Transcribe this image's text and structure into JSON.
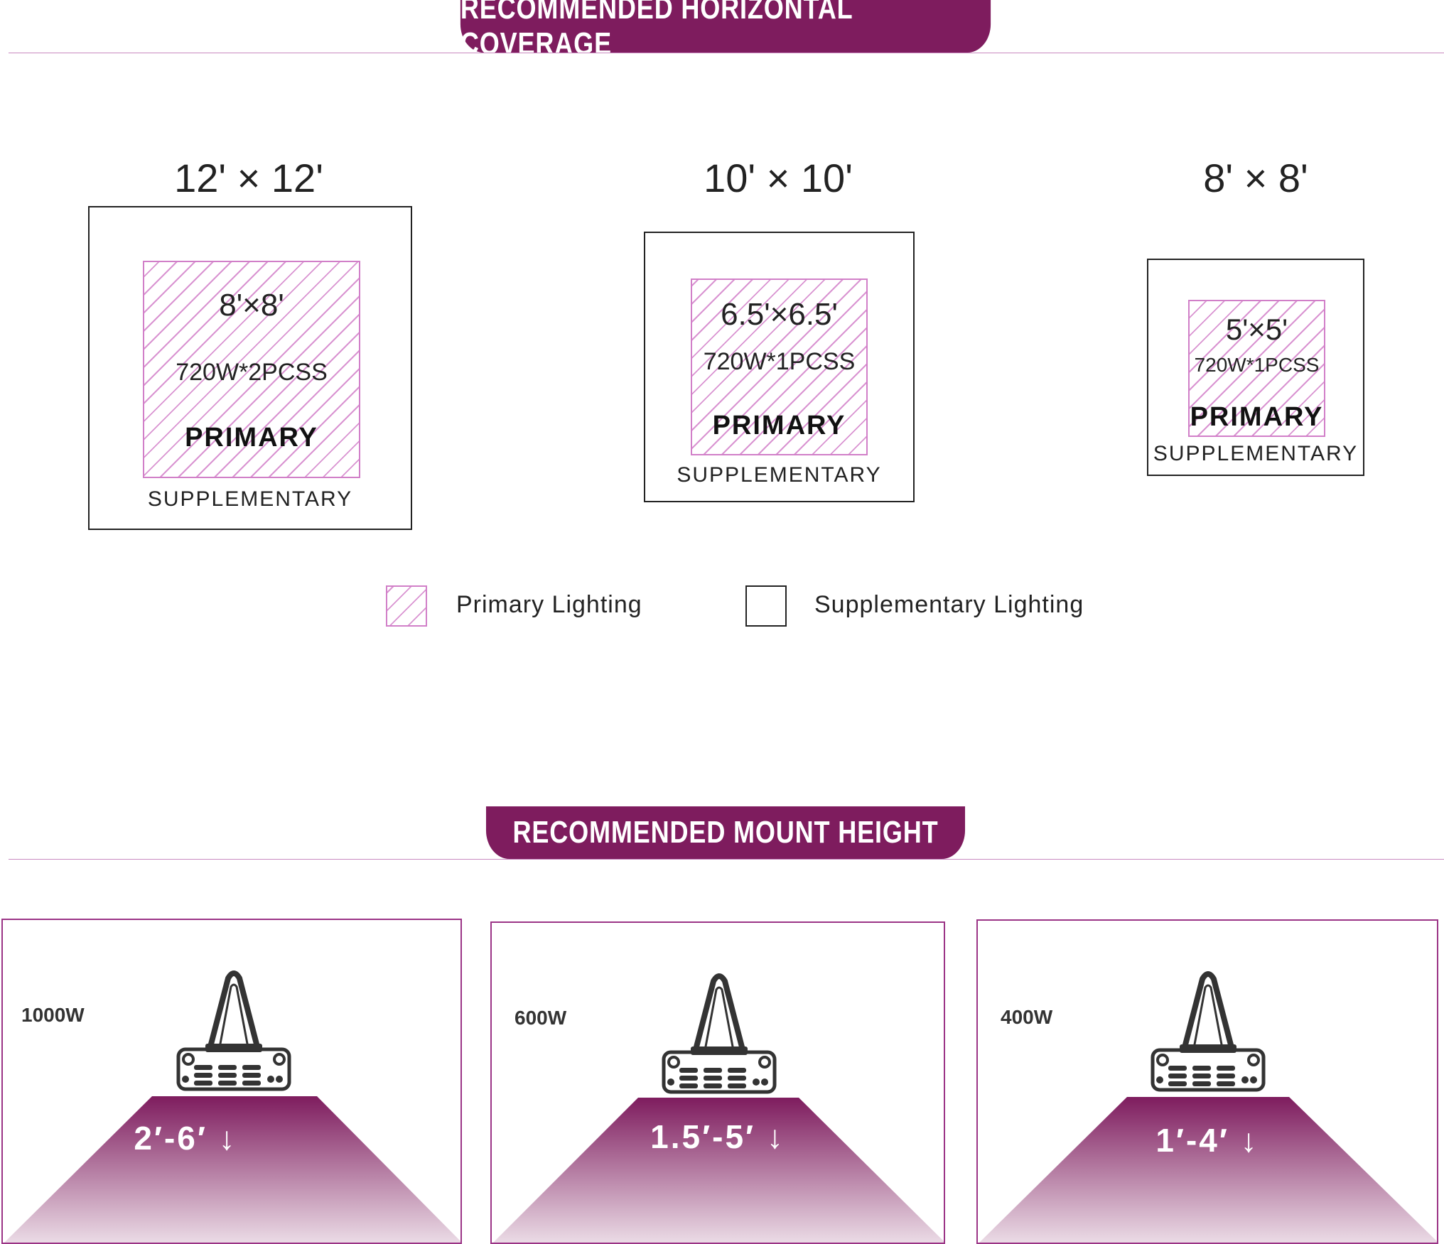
{
  "coverage": {
    "banner": "RECOMMENDED HORIZONTAL COVERAGE",
    "areas": [
      {
        "title": "12' × 12'",
        "primary_size": "8'×8'",
        "fixture": "720W*2PCSS",
        "primary_label": "PRIMARY",
        "supplementary_label": "SUPPLEMENTARY"
      },
      {
        "title": "10' × 10'",
        "primary_size": "6.5'×6.5'",
        "fixture": "720W*1PCSS",
        "primary_label": "PRIMARY",
        "supplementary_label": "SUPPLEMENTARY"
      },
      {
        "title": "8' × 8'",
        "primary_size": "5'×5'",
        "fixture": "720W*1PCSS",
        "primary_label": "PRIMARY",
        "supplementary_label": "SUPPLEMENTARY"
      }
    ],
    "legend": {
      "primary": "Primary Lighting",
      "supplementary": "Supplementary Lighting"
    }
  },
  "mount": {
    "banner": "RECOMMENDED MOUNT HEIGHT",
    "panels": [
      {
        "wattage": "1000W",
        "range": "2′-6′ ↓"
      },
      {
        "wattage": "600W",
        "range": "1.5′-5′ ↓"
      },
      {
        "wattage": "400W",
        "range": "1′-4′ ↓"
      }
    ]
  },
  "colors": {
    "brand_purple": "#7e1c5e",
    "primary_hatch": "#d17fc8",
    "outline": "#222222"
  },
  "icons": [
    "grow-light-fixture-icon",
    "down-arrow-icon"
  ]
}
